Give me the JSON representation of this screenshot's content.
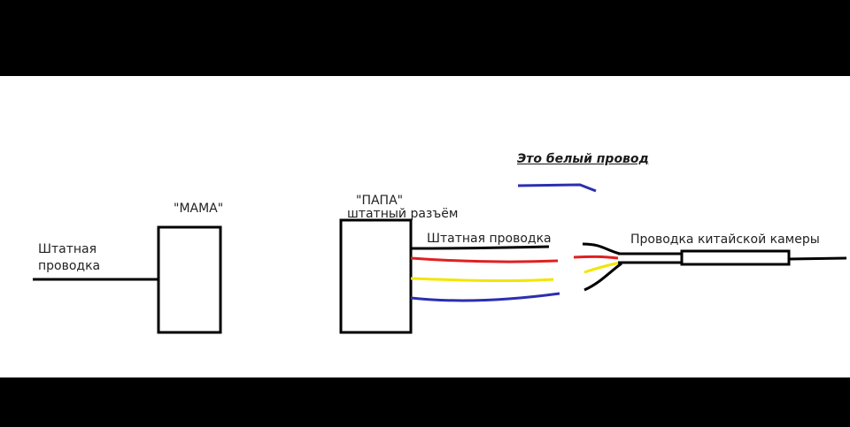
{
  "labels": {
    "white_wire_note": "Это белый провод",
    "mama": "\"МАМА\"",
    "papa": "\"ПАПА\"",
    "stock_connector": "штатный разъём",
    "stock_wiring_left_line1": "Штатная",
    "stock_wiring_left_line2": "проводка",
    "stock_wiring_right": "Штатная проводка",
    "camera_wiring": "Проводка китайской камеры"
  },
  "colors": {
    "background": "#000000",
    "canvas": "#ffffff",
    "ink": "#000000",
    "wire_red": "#e02020",
    "wire_yellow": "#f2e600",
    "wire_blue": "#2b2fb0",
    "wire_black": "#000000"
  }
}
